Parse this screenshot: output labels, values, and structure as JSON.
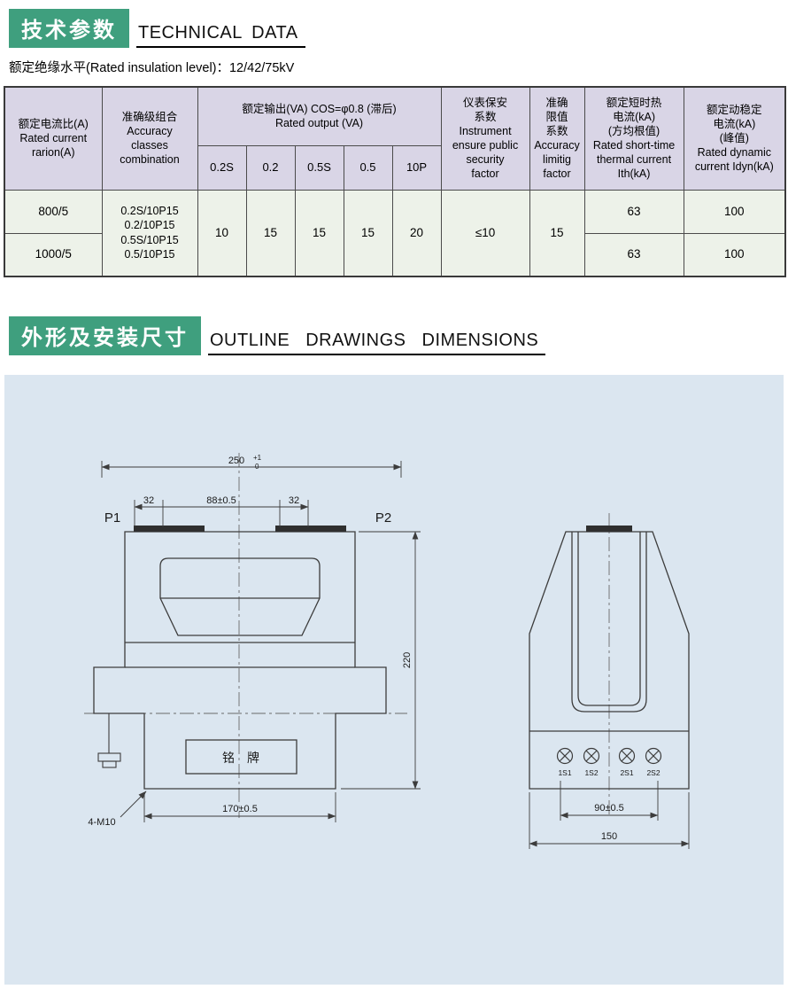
{
  "colors": {
    "section_green": "#3f9f7e",
    "panel_bg": "#dbe6f0",
    "table_header_bg": "#d9d5e6",
    "table_body_bg": "#edf2e9"
  },
  "sections": {
    "technical": {
      "title_cn": "技术参数",
      "title_en": "TECHNICAL DATA"
    },
    "outline": {
      "title_cn": "外形及安装尺寸",
      "title_en": "OUTLINE DRAWINGS DIMENSIONS"
    }
  },
  "insulation_note": "额定绝缘水平(Rated insulation level)：12/42/75kV",
  "table": {
    "col_current": {
      "l1": "额定电流比(A)",
      "l2": "Rated current",
      "l3": "rarion(A)"
    },
    "col_accuracy": {
      "l1": "准确级组合",
      "l2": "Accuracy",
      "l3": "classes",
      "l4": "combination"
    },
    "col_output": {
      "l1": "额定输出(VA) COS=φ0.8 (滞后)",
      "l2": "Rated output (VA)",
      "subs": [
        "0.2S",
        "0.2",
        "0.5S",
        "0.5",
        "10P"
      ]
    },
    "col_security": {
      "l1": "仪表保安",
      "l2": "系数",
      "l3": "Instrument",
      "l4": "ensure public",
      "l5": "security",
      "l6": "factor"
    },
    "col_limit": {
      "l1": "准确",
      "l2": "限值",
      "l3": "系数",
      "l4": "Accuracy",
      "l5": "limitig",
      "l6": "factor"
    },
    "col_thermal": {
      "l1": "额定短时热",
      "l2": "电流(kA)",
      "l3": "(方均根值)",
      "l4": "Rated short-time",
      "l5": "thermal current",
      "l6": "Ith(kA)"
    },
    "col_dynamic": {
      "l1": "额定动稳定",
      "l2": "电流(kA)",
      "l3": "(峰值)",
      "l4": "Rated dynamic",
      "l5": "current Idyn(kA)"
    },
    "rows": {
      "ratio_1": "800/5",
      "ratio_2": "1000/5",
      "accuracy_lines": [
        "0.2S/10P15",
        "0.2/10P15",
        "0.5S/10P15",
        "0.5/10P15"
      ],
      "outputs": [
        "10",
        "15",
        "15",
        "15",
        "20"
      ],
      "security": "≤10",
      "limit": "15",
      "thermal_1": "63",
      "thermal_2": "63",
      "dynamic_1": "100",
      "dynamic_2": "100"
    }
  },
  "drawing": {
    "left": {
      "dim_overall": "250",
      "dim_tol_plus": "+1",
      "dim_tol_zero": "0",
      "dim_32a": "32",
      "dim_88": "88±0.5",
      "dim_32b": "32",
      "p1": "P1",
      "p2": "P2",
      "dim_height": "220",
      "nameplate": "铭　牌",
      "dim_base": "170±0.5",
      "bolt_label": "4-M10"
    },
    "right": {
      "terminals": [
        "1S1",
        "1S2",
        "2S1",
        "2S2"
      ],
      "dim_terminal": "90±0.5",
      "dim_base": "150"
    }
  }
}
